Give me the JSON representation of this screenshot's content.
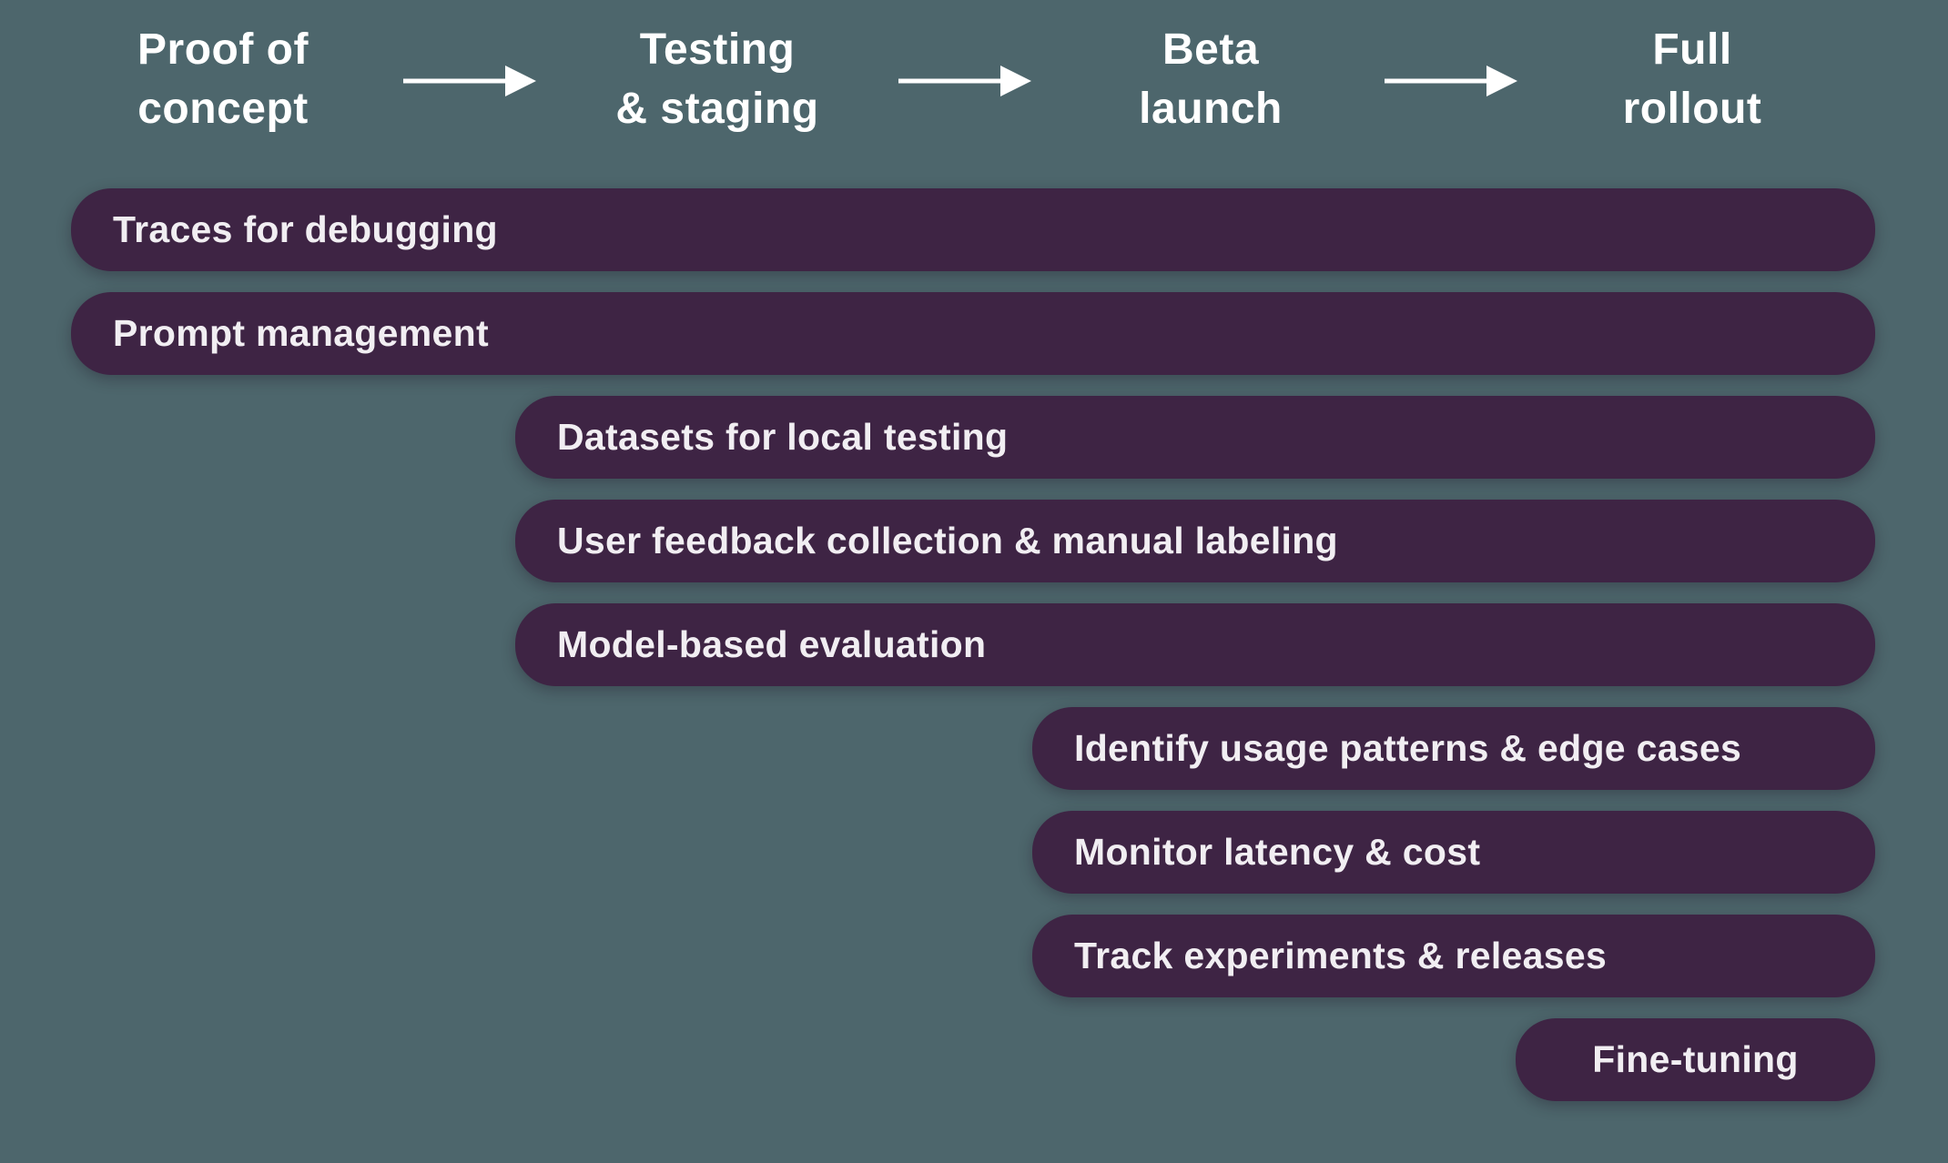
{
  "stages": [
    {
      "label": "Proof of\nconcept"
    },
    {
      "label": "Testing\n& staging"
    },
    {
      "label": "Beta\nlaunch"
    },
    {
      "label": "Full\nrollout"
    }
  ],
  "icons": {
    "stage_arrow": "arrow-right"
  },
  "bars": [
    {
      "label": "Traces for debugging",
      "start_stage": "Proof of concept"
    },
    {
      "label": "Prompt management",
      "start_stage": "Proof of concept"
    },
    {
      "label": "Datasets for local testing",
      "start_stage": "Testing & staging"
    },
    {
      "label": "User feedback collection & manual labeling",
      "start_stage": "Testing & staging"
    },
    {
      "label": "Model-based evaluation",
      "start_stage": "Testing & staging"
    },
    {
      "label": "Identify usage patterns & edge cases",
      "start_stage": "Beta launch"
    },
    {
      "label": "Monitor latency & cost",
      "start_stage": "Beta launch"
    },
    {
      "label": "Track experiments & releases",
      "start_stage": "Beta launch"
    },
    {
      "label": "Fine-tuning",
      "start_stage": "Full rollout"
    }
  ],
  "colors": {
    "background": "#4d666c",
    "bar": "#3e2444",
    "bar_text": "#f1eef2",
    "stage_text": "#ffffff",
    "arrow": "#ffffff"
  }
}
